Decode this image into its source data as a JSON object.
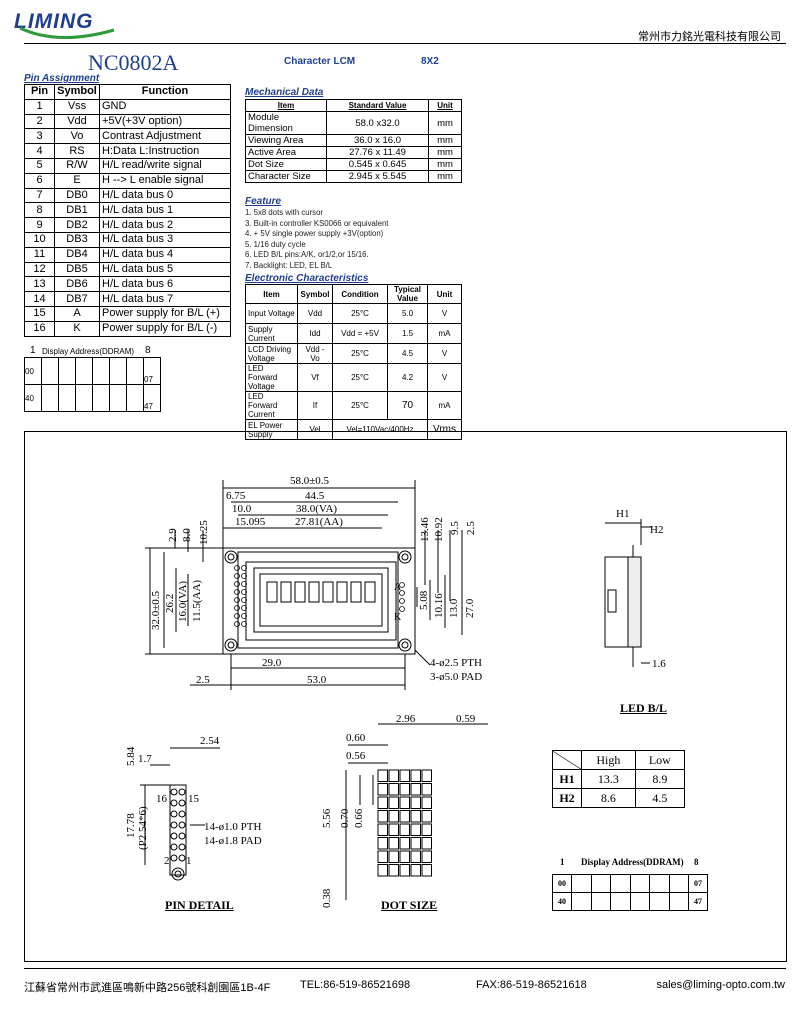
{
  "header": {
    "logo": "LIMING",
    "company": "常州市力銘光電科技有限公司",
    "model": "NC0802A",
    "lcm_type": "Character LCM",
    "lcm_size": "8X2"
  },
  "pin_assignment": {
    "title": "Pin Assignment",
    "headers": [
      "Pin",
      "Symbol",
      "Function"
    ],
    "rows": [
      [
        "1",
        "Vss",
        "GND"
      ],
      [
        "2",
        "Vdd",
        "+5V(+3V option)"
      ],
      [
        "3",
        "Vo",
        "Contrast Adjustment"
      ],
      [
        "4",
        "RS",
        "H:Data L:Instruction"
      ],
      [
        "5",
        "R/W",
        "H/L read/write signal"
      ],
      [
        "6",
        "E",
        "H --> L enable signal"
      ],
      [
        "7",
        "DB0",
        "H/L data bus 0"
      ],
      [
        "8",
        "DB1",
        "H/L data bus 1"
      ],
      [
        "9",
        "DB2",
        "H/L data bus 2"
      ],
      [
        "10",
        "DB3",
        "H/L data bus 3"
      ],
      [
        "11",
        "DB4",
        "H/L data bus 4"
      ],
      [
        "12",
        "DB5",
        "H/L data bus 5"
      ],
      [
        "13",
        "DB6",
        "H/L data bus 6"
      ],
      [
        "14",
        "DB7",
        "H/L data bus 7"
      ],
      [
        "15",
        "A",
        "Power supply for B/L (+)"
      ],
      [
        "16",
        "K",
        "Power supply for B/L (-)"
      ]
    ]
  },
  "ddram_small": {
    "start": "1",
    "label": "Display Address(DDRAM)",
    "end": "8",
    "rows": [
      [
        "00",
        "07"
      ],
      [
        "40",
        "47"
      ]
    ]
  },
  "mechanical": {
    "title": "Mechanical Data",
    "headers": [
      "Item",
      "Standard Value",
      "Unit"
    ],
    "rows": [
      [
        "Module Dimension",
        "58.0 x32.0",
        "mm"
      ],
      [
        "Viewing Area",
        "36.0 x 16.0",
        "mm"
      ],
      [
        "Active  Area",
        "27.76 x 11.49",
        "mm"
      ],
      [
        "Dot Size",
        "0.545 x 0.645",
        "mm"
      ],
      [
        "Character Size",
        "2.945 x 5.545",
        "mm"
      ]
    ]
  },
  "features": {
    "title": "Feature",
    "items": [
      "1. 5x8 dots with cursor",
      "3. Built-in controller KS0066 or equivalent",
      "4. + 5V single power supply  +3V(option)",
      "5. 1/16 duty cycle",
      "6. LED B/L pins:A/K, or1/2,or 15/16.",
      "7. Backlight: LED, EL B/L"
    ]
  },
  "electronic": {
    "title": "Electronic Characteristics",
    "headers": [
      "Item",
      "Symbol",
      "Condition",
      "Typical Value",
      "Unit"
    ],
    "rows": [
      [
        "Input Voltage",
        "Vdd",
        "25°C",
        "5.0",
        "V"
      ],
      [
        "Supply Current",
        "Idd",
        "Vdd = +5V",
        "1.5",
        "mA"
      ],
      [
        "LCD Driving Voltage",
        "Vdd - Vo",
        "25°C",
        "4.5",
        "V"
      ],
      [
        "LED Forward Voltage",
        "Vf",
        "25°C",
        "4.2",
        "V"
      ],
      [
        "LED Forward Current",
        "If",
        "25°C",
        "70",
        "mA"
      ],
      [
        "EL Power Supply",
        "Vel",
        "Vel=110Vac/400Hz",
        "Vrms",
        ""
      ]
    ]
  },
  "drawing": {
    "dims": {
      "overall_w": "58.0±0.5",
      "d675": "6.75",
      "d445": "44.5",
      "d100": "10.0",
      "va_w": "38.0(VA)",
      "d15095": "15.095",
      "aa_w": "27.81(AA)",
      "l29": "2.9",
      "l80": "8.0",
      "l1025": "10.25",
      "overall_h": "32.0±0.5",
      "d262": "26.2",
      "va_h": "16.0(VA)",
      "aa_h": "11.5(AA)",
      "r1346": "13.46",
      "r1092": "10.92",
      "r95": "9.5",
      "r25": "2.5",
      "r508": "5.08",
      "r1016": "10.16",
      "r130": "13.0",
      "r270": "27.0",
      "b290": "29.0",
      "b25": "2.5",
      "b530": "53.0",
      "pth": "4-ø2.5 PTH",
      "pad": "3-ø5.0 PAD",
      "a_label": "A",
      "k_label": "K"
    },
    "side": {
      "h1": "H1",
      "h2": "H2",
      "d16": "1.6",
      "caption": "LED B/L"
    },
    "pin_detail": {
      "d254": "2.54",
      "d584": "5.84",
      "d17": "1.7",
      "d1778": "17.78",
      "d254x6": "(P2.54*6)",
      "p16": "16",
      "p15": "15",
      "p2": "2",
      "p1": "1",
      "pth": "14-ø1.0 PTH",
      "pad": "14-ø1.8 PAD",
      "caption": "PIN DETAIL"
    },
    "dot_size": {
      "d296": "2.96",
      "d059": "0.59",
      "d060": "0.60",
      "d056": "0.56",
      "d556": "5.56",
      "d070": "0.70",
      "d066": "0.66",
      "d038": "0.38",
      "caption": "DOT SIZE"
    },
    "hl_table": {
      "headers": [
        "",
        "High",
        "Low"
      ],
      "rows": [
        [
          "H1",
          "13.3",
          "8.9"
        ],
        [
          "H2",
          "8.6",
          "4.5"
        ]
      ]
    },
    "ddram_big": {
      "start": "1",
      "label": "Display Address(DDRAM)",
      "end": "8",
      "rows": [
        [
          "00",
          "07"
        ],
        [
          "40",
          "47"
        ]
      ]
    }
  },
  "footer": {
    "address": "江蘇省常州市武進區鳴新中路256號科創園區1B-4F",
    "tel": "TEL:86-519-86521698",
    "fax": "FAX:86-519-86521618",
    "email": "sales@liming-opto.com.tw"
  }
}
